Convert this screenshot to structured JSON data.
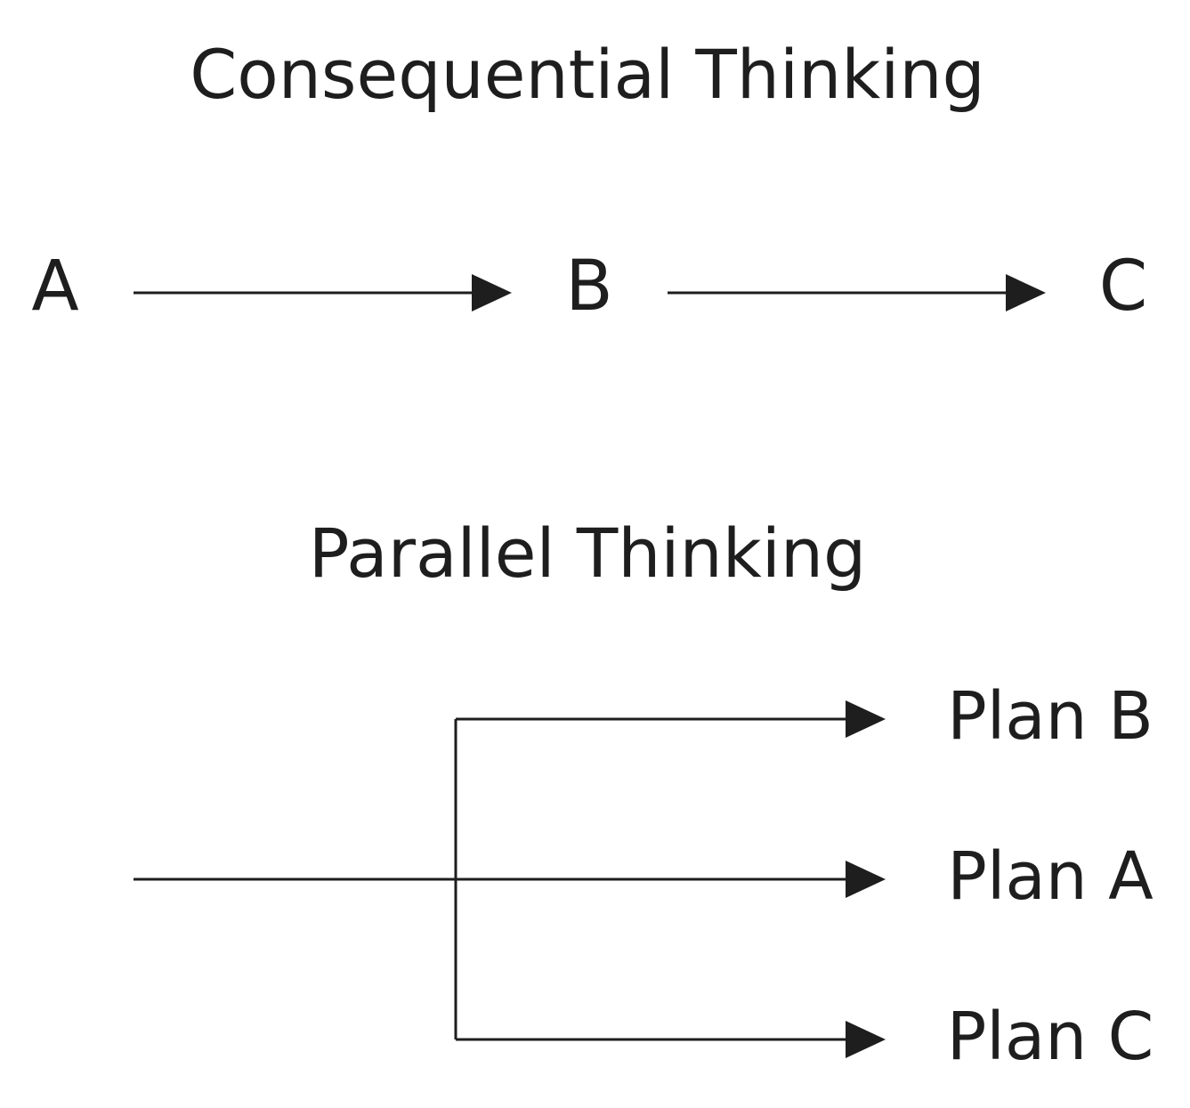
{
  "consequential": {
    "title": "Consequential Thinking",
    "nodes": [
      "A",
      "B",
      "C"
    ]
  },
  "parallel": {
    "title": "Parallel Thinking",
    "plans": [
      "Plan B",
      "Plan A",
      "Plan C"
    ]
  },
  "colors": {
    "ink": "#1e1e1e",
    "background": "#ffffff"
  }
}
